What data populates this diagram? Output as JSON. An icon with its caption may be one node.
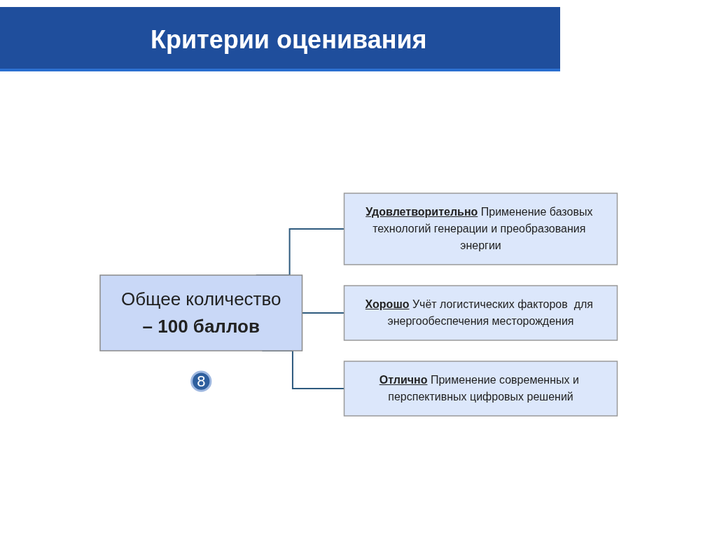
{
  "diagram": {
    "title": "Критерии оценивания",
    "nodes": [
      {
        "text": [
          "Общее количество",
          "**– 100 баллов**"
        ]
      },
      {
        "text": [
          "**Удовлетворительно** Применение базовых технологий генерации и преобразования энергии"
        ]
      },
      {
        "text": [
          "**Хорошо** Учёт логистических факторов  для энергообеспечения месторождения"
        ]
      },
      {
        "text": [
          "**Отлично** Применение современных и перспективных цифровых решений"
        ]
      },
      {
        "text": [
          "8"
        ]
      }
    ],
    "edges": [
      {
        "from": 0,
        "to": 1,
        "arrow": "none"
      },
      {
        "from": 0,
        "to": 2,
        "arrow": "none"
      },
      {
        "from": 0,
        "to": 3,
        "arrow": "none"
      }
    ]
  }
}
